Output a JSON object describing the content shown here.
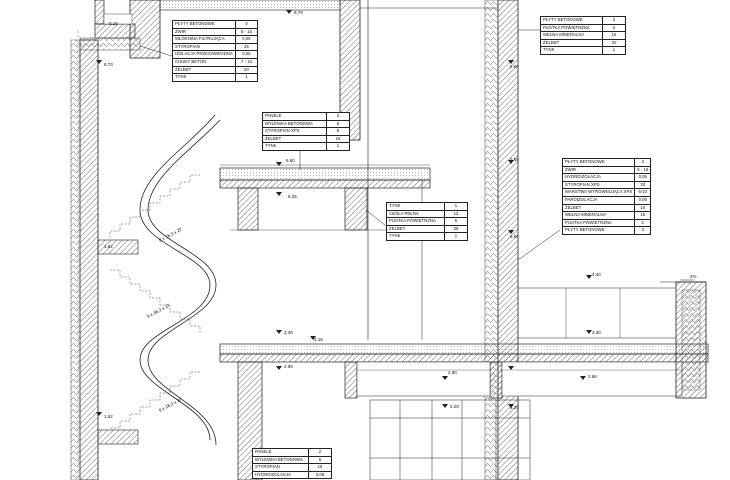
{
  "layer_tables": [
    {
      "id": "t1",
      "rows": [
        [
          "PŁYTY BETONOWE",
          "3"
        ],
        [
          "ŻWIR",
          "5 - 15"
        ],
        [
          "WŁÓKNINA FILTRUJĄCA",
          "0,05"
        ],
        [
          "STYROPIAN",
          "25"
        ],
        [
          "IZOLACJA PRZECIWWODNA",
          "0,05"
        ],
        [
          "CHUDY BETON",
          "7 - 15"
        ],
        [
          "ŻELBET",
          "20"
        ],
        [
          "TYNK",
          "1"
        ]
      ]
    },
    {
      "id": "t2",
      "rows": [
        [
          "PŁYTY BETONOWE",
          "3"
        ],
        [
          "PUSTKA POWIETRZNA",
          "2"
        ],
        [
          "WEŁNA MINERALNA",
          "15"
        ],
        [
          "ŻELBET",
          "20"
        ],
        [
          "TYNK",
          "1"
        ]
      ]
    },
    {
      "id": "t3",
      "rows": [
        [
          "PANELE",
          "2"
        ],
        [
          "WYLEWKA BETONOWA",
          "6"
        ],
        [
          "STYROPIAN XPS",
          "8"
        ],
        [
          "ŻELBET",
          "16"
        ],
        [
          "TYNK",
          "1"
        ]
      ]
    },
    {
      "id": "t4",
      "rows": [
        [
          "PŁYTY BETONOWE",
          "3"
        ],
        [
          "ŻWIR",
          "5 - 15"
        ],
        [
          "HYDROIZOLACJA",
          "0,05"
        ],
        [
          "STYROPIAN XPS",
          "20"
        ],
        [
          "WARSTWA WYRÓWNUJĄCA XPS",
          "6-10"
        ],
        [
          "PAROIZOLACJA",
          "0,05"
        ],
        [
          "ŻELBET",
          "16"
        ],
        [
          "WEŁNA MINERALNA",
          "15"
        ],
        [
          "PUSTKA POWIETRZNA",
          "2"
        ],
        [
          "PŁYTY BETONOWE",
          "3"
        ]
      ]
    },
    {
      "id": "t5",
      "rows": [
        [
          "TYNK",
          "1"
        ],
        [
          "CEGŁA PEŁNA",
          "12"
        ],
        [
          "PUSTKA POWIETRZNA",
          "6"
        ],
        [
          "ŻELBET",
          "25"
        ],
        [
          "TYNK",
          "1"
        ]
      ]
    },
    {
      "id": "t6",
      "rows": [
        [
          "PANELE",
          "2"
        ],
        [
          "WYLEWKA BETONOWA",
          "6"
        ],
        [
          "STYROPIAN",
          "15"
        ],
        [
          "HYDROIZOLACJA",
          "0,05"
        ]
      ]
    }
  ],
  "elevations": [
    {
      "id": "e1",
      "text": "0.16"
    },
    {
      "id": "e2",
      "text": "9.70"
    },
    {
      "id": "e3",
      "text": "8.73"
    },
    {
      "id": "e4",
      "text": "5.60"
    },
    {
      "id": "e5",
      "text": "6.60"
    },
    {
      "id": "e6",
      "text": "6.25"
    },
    {
      "id": "e7",
      "text": "5.60"
    },
    {
      "id": "e8",
      "text": "6.60"
    },
    {
      "id": "e9",
      "text": "4.40"
    },
    {
      "id": "e10",
      "text": "2%"
    },
    {
      "id": "e11",
      "text": "3.30"
    },
    {
      "id": "e12",
      "text": "3.16"
    },
    {
      "id": "e13",
      "text": "3.30"
    },
    {
      "id": "e14",
      "text": "2.90"
    },
    {
      "id": "e15",
      "text": "2.90"
    },
    {
      "id": "e16",
      "text": "2.66"
    },
    {
      "id": "e17",
      "text": "2.20"
    },
    {
      "id": "e18",
      "text": "2.20"
    },
    {
      "id": "e19",
      "text": "1.62"
    },
    {
      "id": "e20",
      "text": "1.62"
    }
  ],
  "stair_labels": [
    {
      "id": "s1",
      "text": "8 x 16,3 x 27"
    },
    {
      "id": "s2",
      "text": "9 x 16,3 x 27"
    },
    {
      "id": "s3",
      "text": "8 x 16,3 x 27"
    }
  ]
}
